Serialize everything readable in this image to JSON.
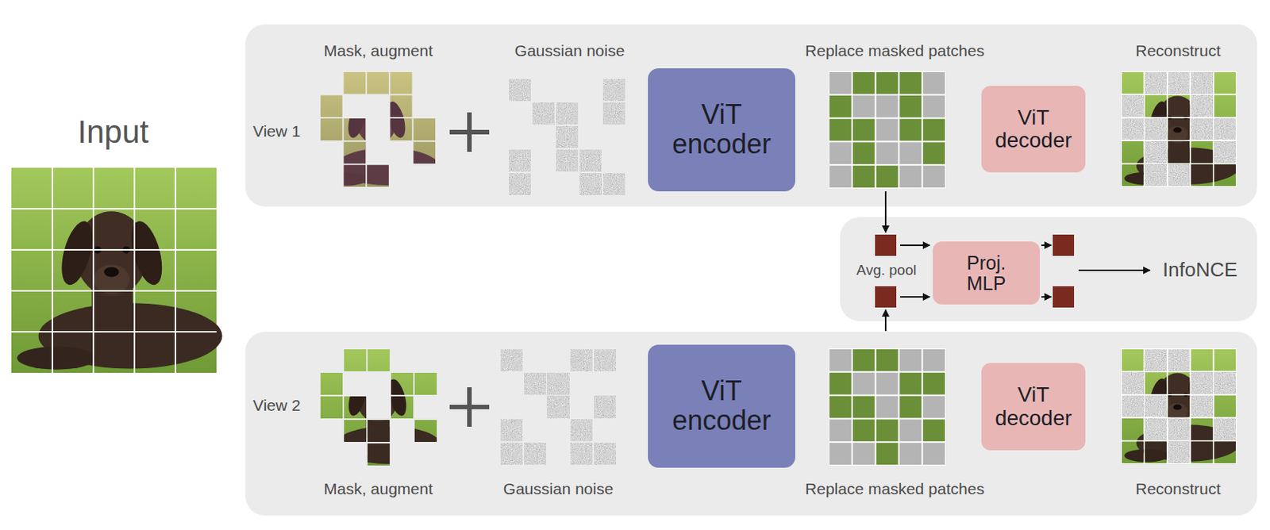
{
  "diagram": {
    "nodes": [
      {
        "text": [
          "View 1",
          "Mask, augment",
          "Gaussian noise",
          "Replace masked patches",
          "Reconstruct"
        ]
      },
      {
        "text": [
          "ViT encoder"
        ],
        "in": 0
      },
      {
        "text": [
          "ViT decoder"
        ],
        "in": 0
      },
      {
        "text": [
          "Avg. pool",
          "InfoNCE"
        ]
      },
      {
        "text": [
          "Proj. MLP"
        ],
        "in": 3
      },
      {
        "text": [
          "View 2",
          "Mask, augment",
          "Gaussian noise",
          "Replace masked patches",
          "Reconstruct"
        ]
      },
      {
        "text": [
          "ViT encoder"
        ],
        "in": 5
      },
      {
        "text": [
          "ViT decoder"
        ],
        "in": 5
      }
    ],
    "labels": [
      "Input"
    ]
  }
}
